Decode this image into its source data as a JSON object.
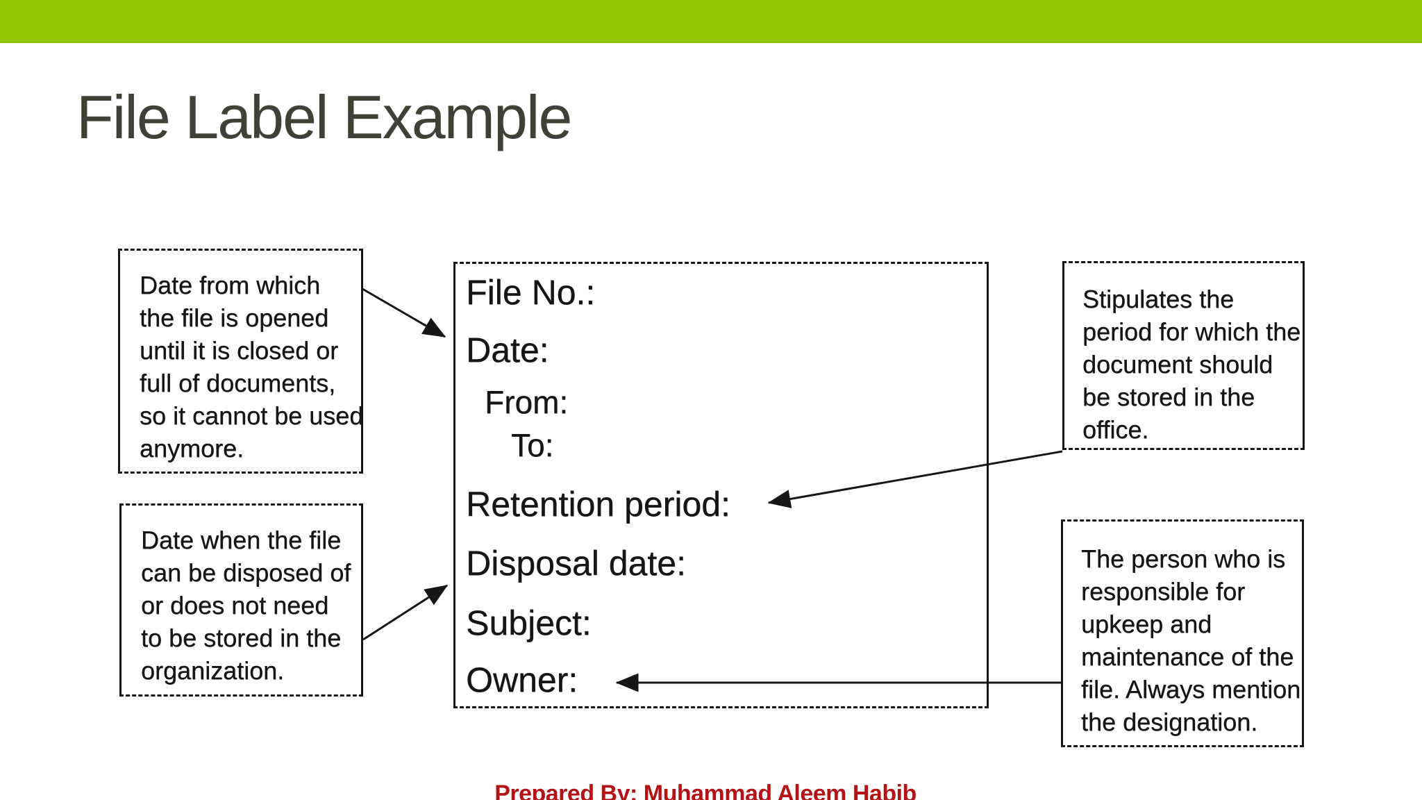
{
  "slide": {
    "title": "File Label Example",
    "footer": "Prepared By: Muhammad Aleem Habib",
    "colors": {
      "accent_bar": "#95C502",
      "title_text": "#3F4136",
      "footer_text": "#B31217",
      "diagram_ink": "#161616",
      "background": "#FFFFFF"
    }
  },
  "diagram": {
    "label_box": {
      "fields": [
        "File No.:",
        "Date:",
        "From:",
        "To:",
        "Retention period:",
        "Disposal date:",
        "Subject:",
        "Owner:"
      ]
    },
    "annotations": [
      {
        "id": "open-date",
        "position": "left-top",
        "points_to": "Date:",
        "text": "Date from which the file is opened until it is closed or full of documents, so it cannot be used anymore.",
        "lines": [
          "Date from which",
          "the file is opened",
          "until it is closed or",
          "full of documents,",
          "so it cannot be used",
          "anymore."
        ]
      },
      {
        "id": "disposal-date",
        "position": "left-bottom",
        "points_to": "Disposal date:",
        "text": "Date when the file can be disposed of or does not need to be stored in the organization.",
        "lines": [
          "Date when the file",
          "can be disposed of",
          "or does not need",
          "to be stored in the",
          "organization."
        ]
      },
      {
        "id": "retention-period",
        "position": "right-top",
        "points_to": "Retention period:",
        "text": "Stipulates the period for which the document should be stored in the office.",
        "lines": [
          "Stipulates the",
          "period for which the",
          "document should",
          "be stored in the",
          "office."
        ]
      },
      {
        "id": "owner",
        "position": "right-bottom",
        "points_to": "Owner:",
        "text": "The person who is responsible for upkeep and maintenance of the file. Always mention the designation.",
        "lines": [
          "The person who is",
          "responsible for",
          "upkeep and",
          "maintenance of the",
          "file. Always mention",
          "the designation."
        ]
      }
    ],
    "connections": [
      {
        "from": "annotation-open-date",
        "to": "Date:"
      },
      {
        "from": "annotation-disposal-date",
        "to": "Disposal date:"
      },
      {
        "from": "annotation-retention-period",
        "to": "Retention period:"
      },
      {
        "from": "annotation-owner",
        "to": "Owner:"
      }
    ]
  }
}
